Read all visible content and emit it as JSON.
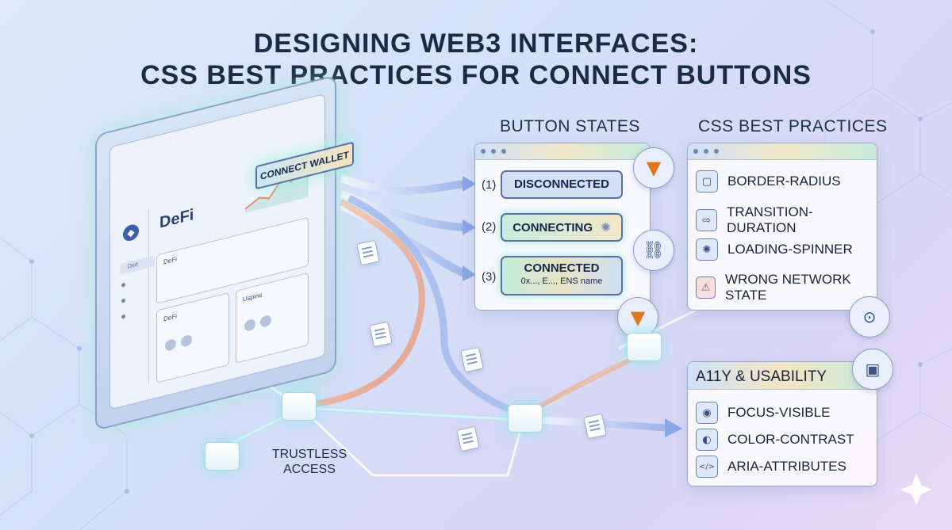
{
  "header": {
    "title_line1": "DESIGNING WEB3 INTERFACES:",
    "title_line2": "CSS BEST PRACTICES FOR CONNECT BUTTONS"
  },
  "dapp_window": {
    "connect_button_label": "CONNECT WALLET",
    "brand_text": "DeFi",
    "card1_label": "DeFi",
    "card2_label": "DeFi",
    "card3_label": "Uspins",
    "sidebar_item": "Dsrt"
  },
  "button_states": {
    "title": "BUTTON STATES",
    "states": [
      {
        "number": "(1)",
        "label": "DISCONNECTED",
        "sublabel": ""
      },
      {
        "number": "(2)",
        "label": "CONNECTING",
        "sublabel": ""
      },
      {
        "number": "(3)",
        "label": "CONNECTED",
        "sublabel": "0x..., E..., ENS name"
      }
    ]
  },
  "css_best_practices": {
    "title": "CSS BEST PRACTICES",
    "items": [
      {
        "label": "BORDER-RADIUS",
        "icon": "rounded-square-icon"
      },
      {
        "label": "TRANSITION-DURATION",
        "icon": "arrow-motion-icon"
      },
      {
        "label": "LOADING-SPINNER",
        "icon": "spinner-icon"
      },
      {
        "label": "WRONG NETWORK STATE",
        "icon": "antenna-warning-icon"
      }
    ]
  },
  "a11y": {
    "title": "A11Y & USABILITY",
    "items": [
      {
        "label": "FOCUS-VISIBLE",
        "icon": "eye-icon"
      },
      {
        "label": "COLOR-CONTRAST",
        "icon": "contrast-icon"
      },
      {
        "label": "ARIA-ATTRIBUTES",
        "icon": "code-icon"
      }
    ]
  },
  "trustless": {
    "line1": "TRUSTLESS",
    "line2": "ACCESS"
  },
  "colors": {
    "navy": "#1a2b45",
    "accent_teal": "#8ff0f0",
    "accent_orange": "#f0a878",
    "accent_blue": "#7e9ee0"
  }
}
